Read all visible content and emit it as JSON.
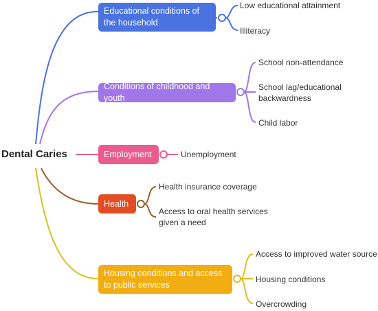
{
  "diagram": {
    "root": "Dental Caries",
    "branches": [
      {
        "label": "Educational conditions of the household",
        "color": "#4a72e0",
        "leaves": [
          "Low educational attainment",
          "Illiteracy"
        ]
      },
      {
        "label": "Conditions of childhood and youth",
        "color": "#a176e8",
        "leaves": [
          "School non-attendance",
          "School lag/educational backwardness",
          "Child labor"
        ]
      },
      {
        "label": "Employment",
        "color": "#ec5b8e",
        "leaves": [
          "Unemployment"
        ]
      },
      {
        "label": "Health",
        "color": "#e34d25",
        "line_color": "#9b5d2b",
        "leaves": [
          "Health insurance coverage",
          "Access to oral health services given a need"
        ]
      },
      {
        "label": "Housing conditions and access to public services",
        "color": "#f2ad14",
        "line_color": "#d6c21f",
        "leaves": [
          "Access to improved water source",
          "Housing conditions",
          "Overcrowding"
        ]
      }
    ]
  }
}
